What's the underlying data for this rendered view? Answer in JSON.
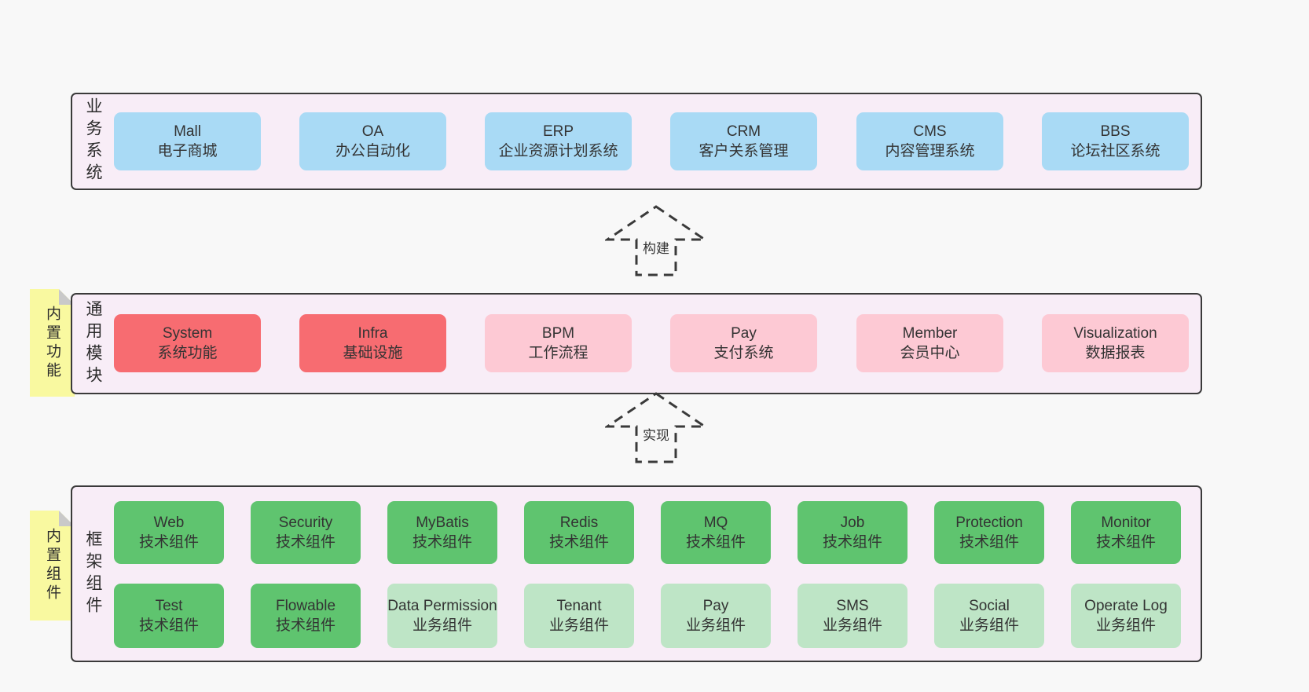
{
  "colors": {
    "page_bg": "#f8f8f8",
    "panel_bg": "#f8edf7",
    "panel_border": "#3a3a3a",
    "blue": "#a9daf5",
    "red": "#f76c71",
    "pink": "#fdc9d4",
    "green_dark": "#5fc46f",
    "green_light": "#bee5c6",
    "note_yellow": "#f9f9a0"
  },
  "sections": {
    "business": {
      "label": "业务系统",
      "boxes": [
        {
          "en": "Mall",
          "zh": "电子商城"
        },
        {
          "en": "OA",
          "zh": "办公自动化"
        },
        {
          "en": "ERP",
          "zh": "企业资源计划系统"
        },
        {
          "en": "CRM",
          "zh": "客户关系管理"
        },
        {
          "en": "CMS",
          "zh": "内容管理系统"
        },
        {
          "en": "BBS",
          "zh": "论坛社区系统"
        }
      ]
    },
    "modules": {
      "label": "通用模块",
      "note": "内置功能",
      "boxes": [
        {
          "en": "System",
          "zh": "系统功能",
          "variant": "red"
        },
        {
          "en": "Infra",
          "zh": "基础设施",
          "variant": "red"
        },
        {
          "en": "BPM",
          "zh": "工作流程",
          "variant": "pink"
        },
        {
          "en": "Pay",
          "zh": "支付系统",
          "variant": "pink"
        },
        {
          "en": "Member",
          "zh": "会员中心",
          "variant": "pink"
        },
        {
          "en": "Visualization",
          "zh": "数据报表",
          "variant": "pink"
        }
      ]
    },
    "framework": {
      "label": "框架组件",
      "note": "内置组件",
      "row1": [
        {
          "en": "Web",
          "zh": "技术组件"
        },
        {
          "en": "Security",
          "zh": "技术组件"
        },
        {
          "en": "MyBatis",
          "zh": "技术组件"
        },
        {
          "en": "Redis",
          "zh": "技术组件"
        },
        {
          "en": "MQ",
          "zh": "技术组件"
        },
        {
          "en": "Job",
          "zh": "技术组件"
        },
        {
          "en": "Protection",
          "zh": "技术组件"
        },
        {
          "en": "Monitor",
          "zh": "技术组件"
        }
      ],
      "row2": [
        {
          "en": "Test",
          "zh": "技术组件",
          "variant": "dark"
        },
        {
          "en": "Flowable",
          "zh": "技术组件",
          "variant": "dark"
        },
        {
          "en": "Data Permission",
          "zh": "业务组件",
          "variant": "light"
        },
        {
          "en": "Tenant",
          "zh": "业务组件",
          "variant": "light"
        },
        {
          "en": "Pay",
          "zh": "业务组件",
          "variant": "light"
        },
        {
          "en": "SMS",
          "zh": "业务组件",
          "variant": "light"
        },
        {
          "en": "Social",
          "zh": "业务组件",
          "variant": "light"
        },
        {
          "en": "Operate Log",
          "zh": "业务组件",
          "variant": "light"
        }
      ]
    }
  },
  "arrows": {
    "build": "构建",
    "implement": "实现"
  }
}
